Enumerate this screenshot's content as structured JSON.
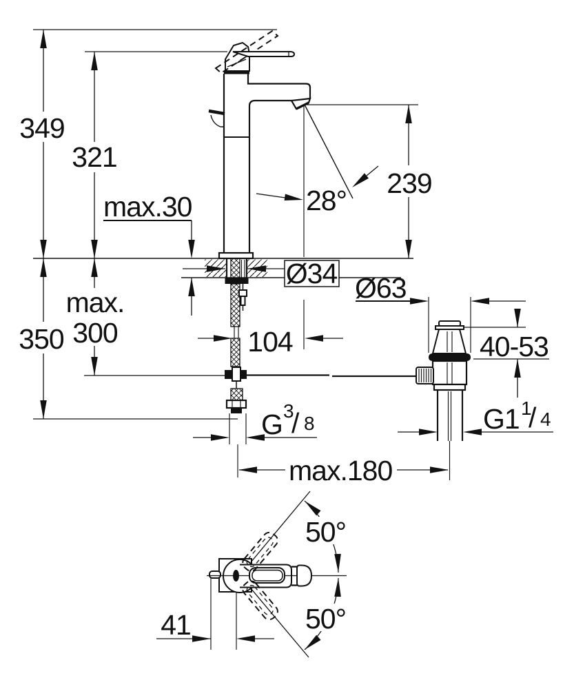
{
  "side_view": {
    "total_height": "349",
    "spout_top_height": "321",
    "max_deck_thickness": "max.30",
    "outlet_height": "239",
    "stream_angle": "28°",
    "mounting_hole_dia": "Ø34",
    "spout_reach": "104",
    "hose_max_word": "max.",
    "hose_max_value": "300",
    "under_deck_length": "350",
    "supply_thread": {
      "prefix": "G",
      "numerator": "3",
      "slash": "/",
      "denominator": "8"
    }
  },
  "drain_view": {
    "flange_dia": "Ø63",
    "mounting_range": "40-53",
    "waste_thread": {
      "prefix": "G1",
      "numerator": "1",
      "slash": "/",
      "denominator": "4"
    }
  },
  "plan_view": {
    "center_distance": "max.180",
    "swing_angle_up": "50°",
    "swing_angle_down": "50°",
    "rod_offset": "41"
  }
}
